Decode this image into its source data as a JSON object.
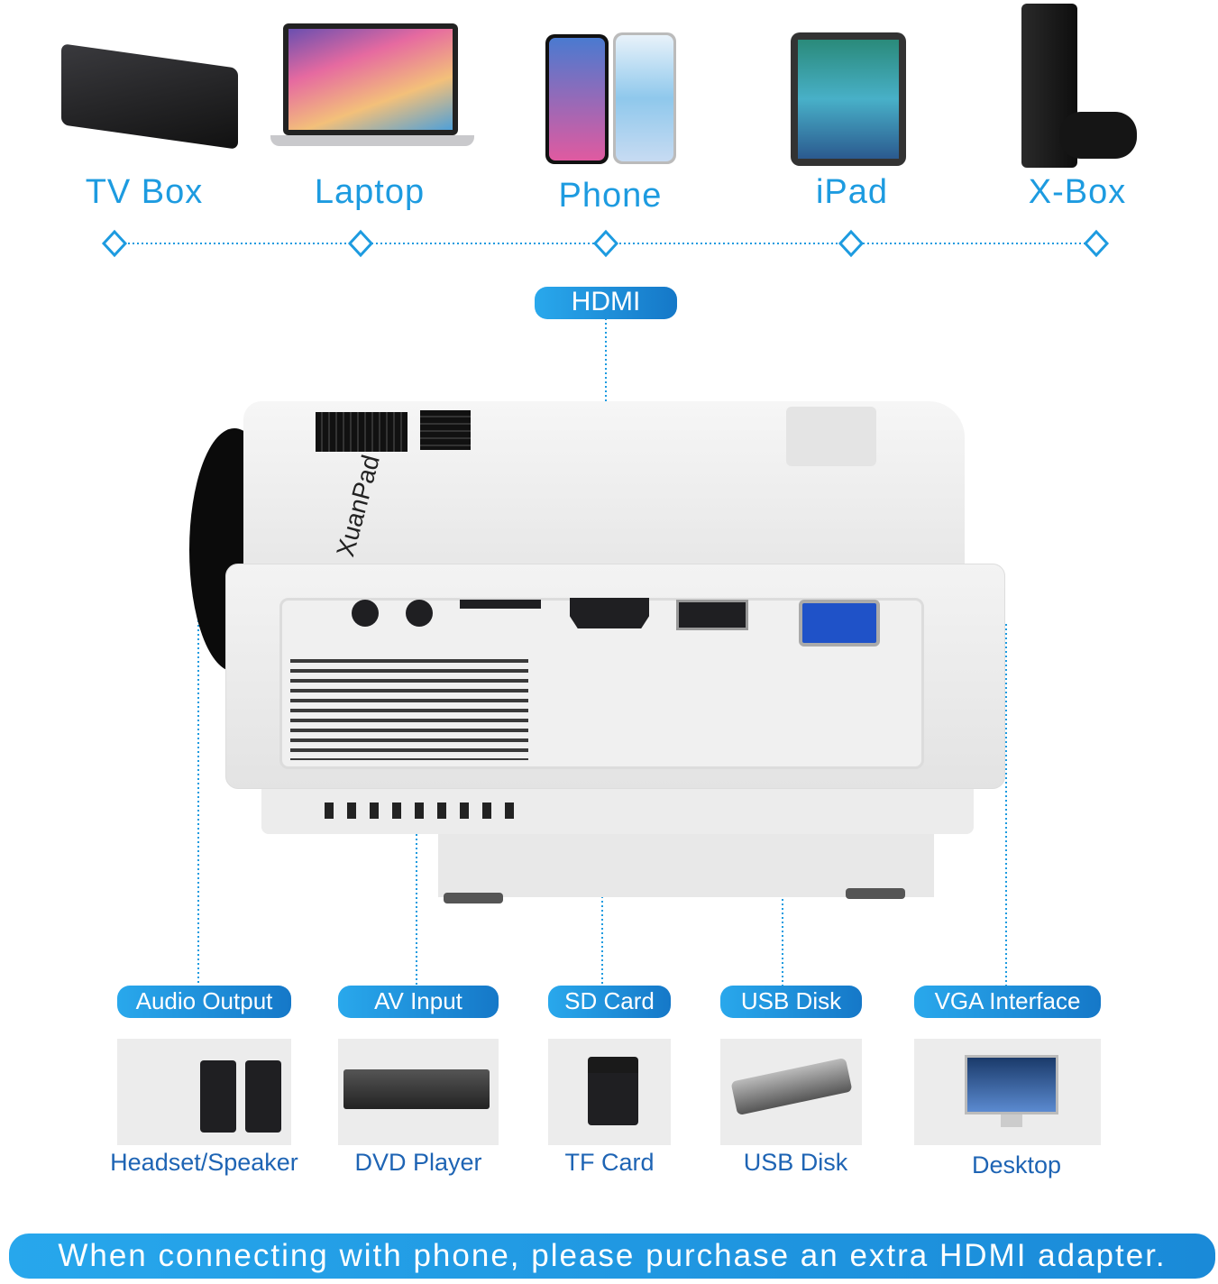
{
  "sources": [
    {
      "label": "TV Box",
      "icon": "tv-box-icon"
    },
    {
      "label": "Laptop",
      "icon": "laptop-icon"
    },
    {
      "label": "Phone",
      "icon": "phone-icon"
    },
    {
      "label": "iPad",
      "icon": "ipad-icon"
    },
    {
      "label": "X-Box",
      "icon": "xbox-icon"
    }
  ],
  "hdmi_label": "HDMI",
  "projector": {
    "brand": "XuanPad"
  },
  "ports": [
    {
      "label": "Audio Output",
      "device": "Headset/Speaker"
    },
    {
      "label": "AV Input",
      "device": "DVD Player"
    },
    {
      "label": "SD Card",
      "device": "TF Card"
    },
    {
      "label": "USB Disk",
      "device": "USB Disk"
    },
    {
      "label": "VGA Interface",
      "device": "Desktop"
    }
  ],
  "banner": "When connecting with phone, please purchase an extra HDMI adapter.",
  "colors": {
    "accent": "#1d9be0",
    "caption": "#1e64b4"
  }
}
